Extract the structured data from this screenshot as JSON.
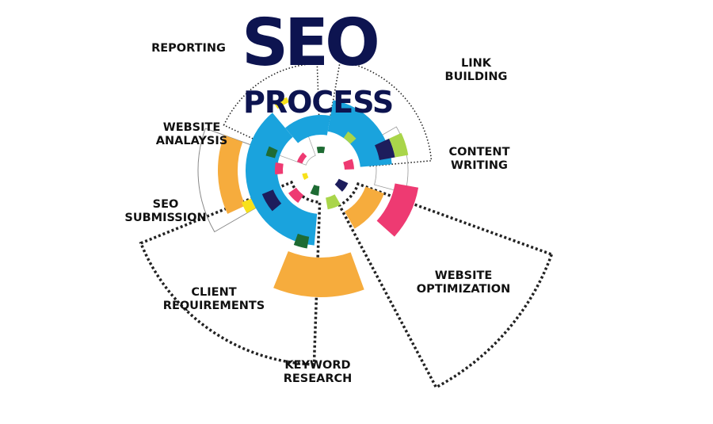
{
  "title": {
    "main": "SEO",
    "sub": "PROCESS"
  },
  "labels": {
    "reporting": "REPORTING",
    "link_building": "LINK\nBUILDING",
    "website_analysis": "WEBSITE\nANALAYSIS",
    "content_writing": "CONTENT\nWRITING",
    "seo_submission": "SEO\nSUBMISSION",
    "website_optimization": "WEBSITE\nOPTIMIZATION",
    "client_requirements": "CLIENT\nREQUIREMENTS",
    "keyword_research": "KEYWORD\nRESEARCH"
  },
  "colors": {
    "title": "#0d1450",
    "blue": "#1aa3dd",
    "orange": "#f6ac3d",
    "pink": "#ee3a72",
    "lime": "#a9d54a",
    "green": "#1e6b33",
    "navy": "#1d1d5c",
    "yellow": "#f7e11a",
    "outline": "#222222"
  }
}
